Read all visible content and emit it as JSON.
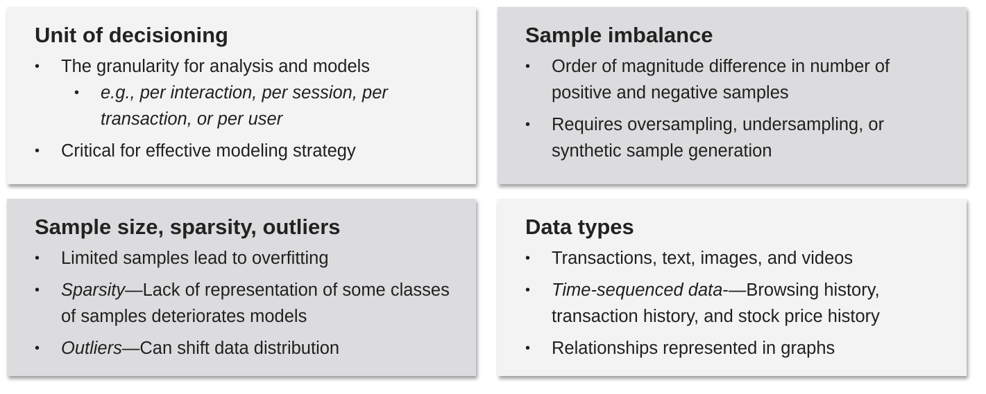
{
  "boxes": [
    {
      "title": "Unit of decisioning",
      "items": [
        {
          "text": "The granularity for analysis and models"
        },
        {
          "text": "e.g., per interaction, per session, per transaction, or per user",
          "level": 2
        },
        {
          "text": "Critical for effective modeling strategy"
        }
      ]
    },
    {
      "title": "Sample imbalance",
      "items": [
        {
          "text": "Order of magnitude difference in number of positive and negative samples"
        },
        {
          "text": "Requires oversampling, undersampling, or synthetic sample generation"
        }
      ]
    },
    {
      "title": "Sample size, sparsity, outliers",
      "items": [
        {
          "text": "Limited samples lead to overfitting"
        },
        {
          "lead": "Sparsity",
          "text": "—Lack of representation of some classes of samples deteriorates models"
        },
        {
          "lead": "Outliers",
          "text": "—Can shift data distribution"
        }
      ]
    },
    {
      "title": "Data types",
      "items": [
        {
          "text": "Transactions, text, images, and videos"
        },
        {
          "lead": "Time-sequenced data",
          "text": "-—Browsing history, transaction history, and stock price history"
        },
        {
          "text": "Relationships represented in graphs"
        }
      ]
    }
  ],
  "colors": {
    "light_box": "#f3f3f3",
    "dark_box": "#dcdcde",
    "text": "#1f1f1f"
  }
}
